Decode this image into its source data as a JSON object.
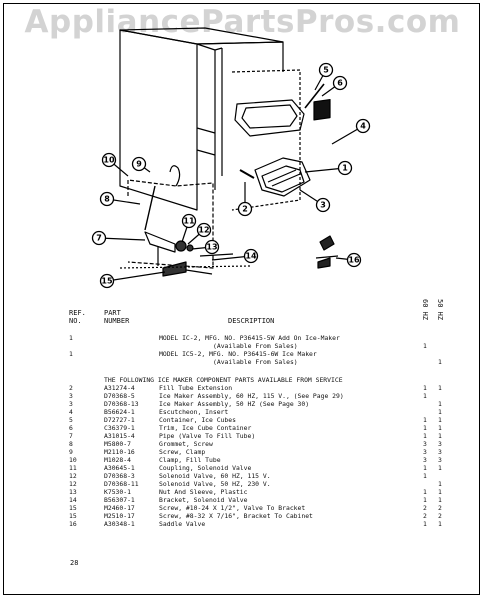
{
  "watermark": "AppliancePartsPros.com",
  "headers": {
    "ref": "REF.",
    "no": "NO.",
    "part": "PART",
    "number": "NUMBER",
    "description": "DESCRIPTION",
    "col1": "60 HZ",
    "col2": "50 HZ"
  },
  "model_rows": [
    {
      "ref": "1",
      "desc1": "MODEL IC-2, MFG. NO. P36415-5W Add On Ice-Maker",
      "desc2": "(Available From Sales)",
      "q1": "1",
      "q2": ""
    },
    {
      "ref": "1",
      "desc1": "MODEL IC5-2, MFG. NO. P36415-6W Ice Maker",
      "desc2": "(Available From Sales)",
      "q1": "",
      "q2": "1"
    }
  ],
  "section_note": "THE FOLLOWING ICE MAKER COMPONENT PARTS AVAILABLE FROM SERVICE",
  "parts": [
    {
      "ref": "2",
      "part": "A31274-4",
      "desc": "Fill Tube Extension",
      "q1": "1",
      "q2": "1"
    },
    {
      "ref": "3",
      "part": "D70368-5",
      "desc": "Ice Maker Assembly, 60 HZ, 115 V., (See Page 29)",
      "q1": "1",
      "q2": ""
    },
    {
      "ref": "3",
      "part": "D70368-13",
      "desc": "Ice Maker Assembly, 50 HZ (See Page 30)",
      "q1": "",
      "q2": "1"
    },
    {
      "ref": "4",
      "part": "B56624-1",
      "desc": "Escutcheon, Insert",
      "q1": "",
      "q2": "1"
    },
    {
      "ref": "5",
      "part": "D72727-1",
      "desc": "Container, Ice Cubes",
      "q1": "1",
      "q2": "1"
    },
    {
      "ref": "6",
      "part": "C36379-1",
      "desc": "Trim, Ice Cube Container",
      "q1": "1",
      "q2": "1"
    },
    {
      "ref": "7",
      "part": "A31015-4",
      "desc": "Pipe (Valve To Fill Tube)",
      "q1": "1",
      "q2": "1"
    },
    {
      "ref": "8",
      "part": "M5800-7",
      "desc": "Grommet, Screw",
      "q1": "3",
      "q2": "3"
    },
    {
      "ref": "9",
      "part": "M2110-16",
      "desc": "Screw, Clamp",
      "q1": "3",
      "q2": "3"
    },
    {
      "ref": "10",
      "part": "M1028-4",
      "desc": "Clamp, Fill Tube",
      "q1": "3",
      "q2": "3"
    },
    {
      "ref": "11",
      "part": "A30645-1",
      "desc": "Coupling, Solenoid Valve",
      "q1": "1",
      "q2": "1"
    },
    {
      "ref": "12",
      "part": "D70368-3",
      "desc": "Solenoid Valve, 60 HZ, 115 V.",
      "q1": "1",
      "q2": ""
    },
    {
      "ref": "12",
      "part": "D70368-11",
      "desc": "Solenoid Valve, 50 HZ, 230 V.",
      "q1": "",
      "q2": "1"
    },
    {
      "ref": "13",
      "part": "K7530-1",
      "desc": "Nut And Sleeve, Plastic",
      "q1": "1",
      "q2": "1"
    },
    {
      "ref": "14",
      "part": "B56307-1",
      "desc": "Bracket, Solenoid Valve",
      "q1": "1",
      "q2": "1"
    },
    {
      "ref": "15",
      "part": "M2460-17",
      "desc": "Screw, #10-24 X 1/2\", Valve To Bracket",
      "q1": "2",
      "q2": "2"
    },
    {
      "ref": "15",
      "part": "M2510-17",
      "desc": "Screw, #8-32 X 7/16\", Bracket To Cabinet",
      "q1": "2",
      "q2": "2"
    },
    {
      "ref": "16",
      "part": "A30348-1",
      "desc": "Saddle Valve",
      "q1": "1",
      "q2": "1"
    }
  ],
  "callouts": [
    "5",
    "6",
    "4",
    "1",
    "3",
    "2",
    "10",
    "9",
    "8",
    "7",
    "11",
    "12",
    "13",
    "14",
    "15",
    "16"
  ],
  "page_number": "28"
}
